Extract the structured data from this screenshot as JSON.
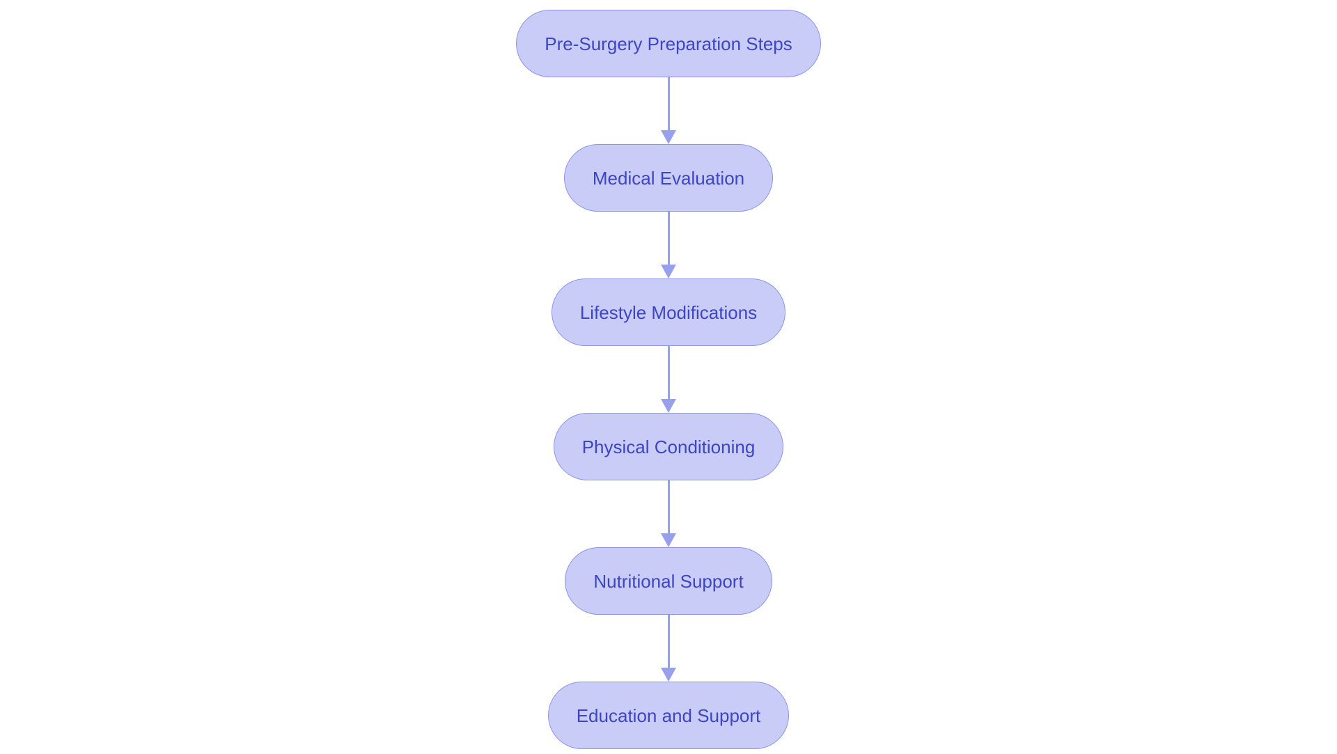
{
  "diagram": {
    "type": "flowchart",
    "direction": "top-down",
    "nodes": [
      {
        "label": "Pre-Surgery Preparation Steps"
      },
      {
        "label": "Medical Evaluation"
      },
      {
        "label": "Lifestyle Modifications"
      },
      {
        "label": "Physical Conditioning"
      },
      {
        "label": "Nutritional Support"
      },
      {
        "label": "Education and Support"
      }
    ],
    "edges": [
      {
        "from": "Pre-Surgery Preparation Steps",
        "to": "Medical Evaluation"
      },
      {
        "from": "Medical Evaluation",
        "to": "Lifestyle Modifications"
      },
      {
        "from": "Lifestyle Modifications",
        "to": "Physical Conditioning"
      },
      {
        "from": "Physical Conditioning",
        "to": "Nutritional Support"
      },
      {
        "from": "Nutritional Support",
        "to": "Education and Support"
      }
    ],
    "colors": {
      "node_fill": "#c9ccf6",
      "node_border": "#8b94e8",
      "node_text": "#3d45c5",
      "arrow": "#97a0ec",
      "canvas_bg": "#ffffff"
    }
  }
}
